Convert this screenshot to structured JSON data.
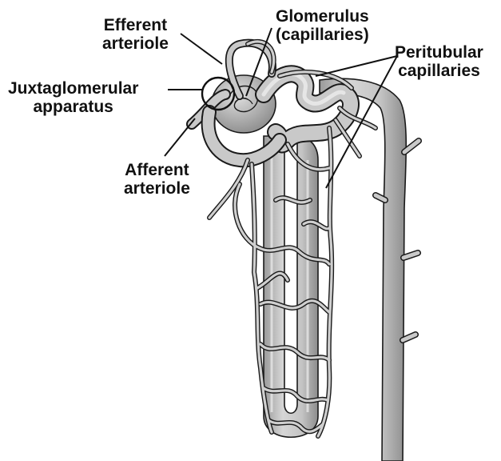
{
  "labels": {
    "efferent": {
      "line1": "Efferent",
      "line2": "arteriole"
    },
    "glomerulus": {
      "line1": "Glomerulus",
      "line2": "(capillaries)"
    },
    "peritubular": {
      "line1": "Peritubular",
      "line2": "capillaries"
    },
    "juxtaglomerular": {
      "line1": "Juxtaglomerular",
      "line2": "apparatus"
    },
    "afferent": {
      "line1": "Afferent",
      "line2": "arteriole"
    }
  },
  "colors": {
    "vessel_fill": "#c9c9c9",
    "vessel_shade": "#8a8a8a",
    "outline": "#1a1a1a",
    "background": "#ffffff"
  }
}
